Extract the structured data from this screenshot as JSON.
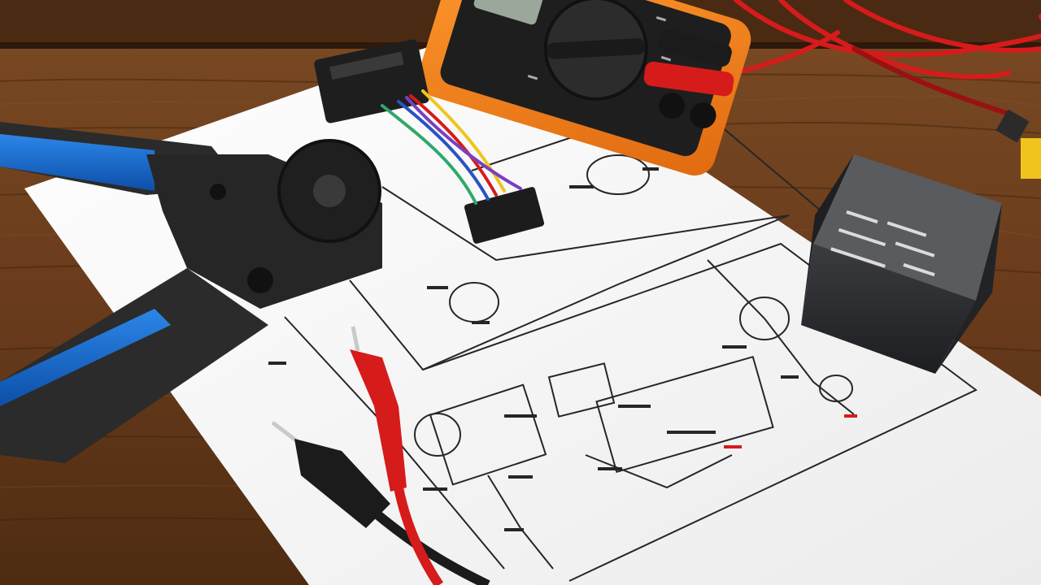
{
  "scene": {
    "description_kind": "photo",
    "colors": {
      "table_wood": "#6b3d1c",
      "paper": "#fafafa",
      "schematic_ink": "#2a2a2a",
      "multimeter_body": "#f07d1a",
      "multimeter_face": "#202020",
      "plier_handle_blue": "#1565c0",
      "plier_grip_black": "#2b2b2b",
      "probe_red": "#d61b1b",
      "probe_black": "#1b1b1b",
      "relay_body": "#2f3033",
      "wire_red": "#d61b1b",
      "wire_green": "#2fa86b",
      "wire_yellow": "#f0c41c",
      "wire_blue": "#2952c4"
    },
    "objects": [
      "wooden-table",
      "schematic-paper",
      "digital-multimeter",
      "crimping-pliers",
      "red-test-probe",
      "black-test-probe",
      "relay-module",
      "wire-harness-connector",
      "red-test-leads"
    ]
  }
}
